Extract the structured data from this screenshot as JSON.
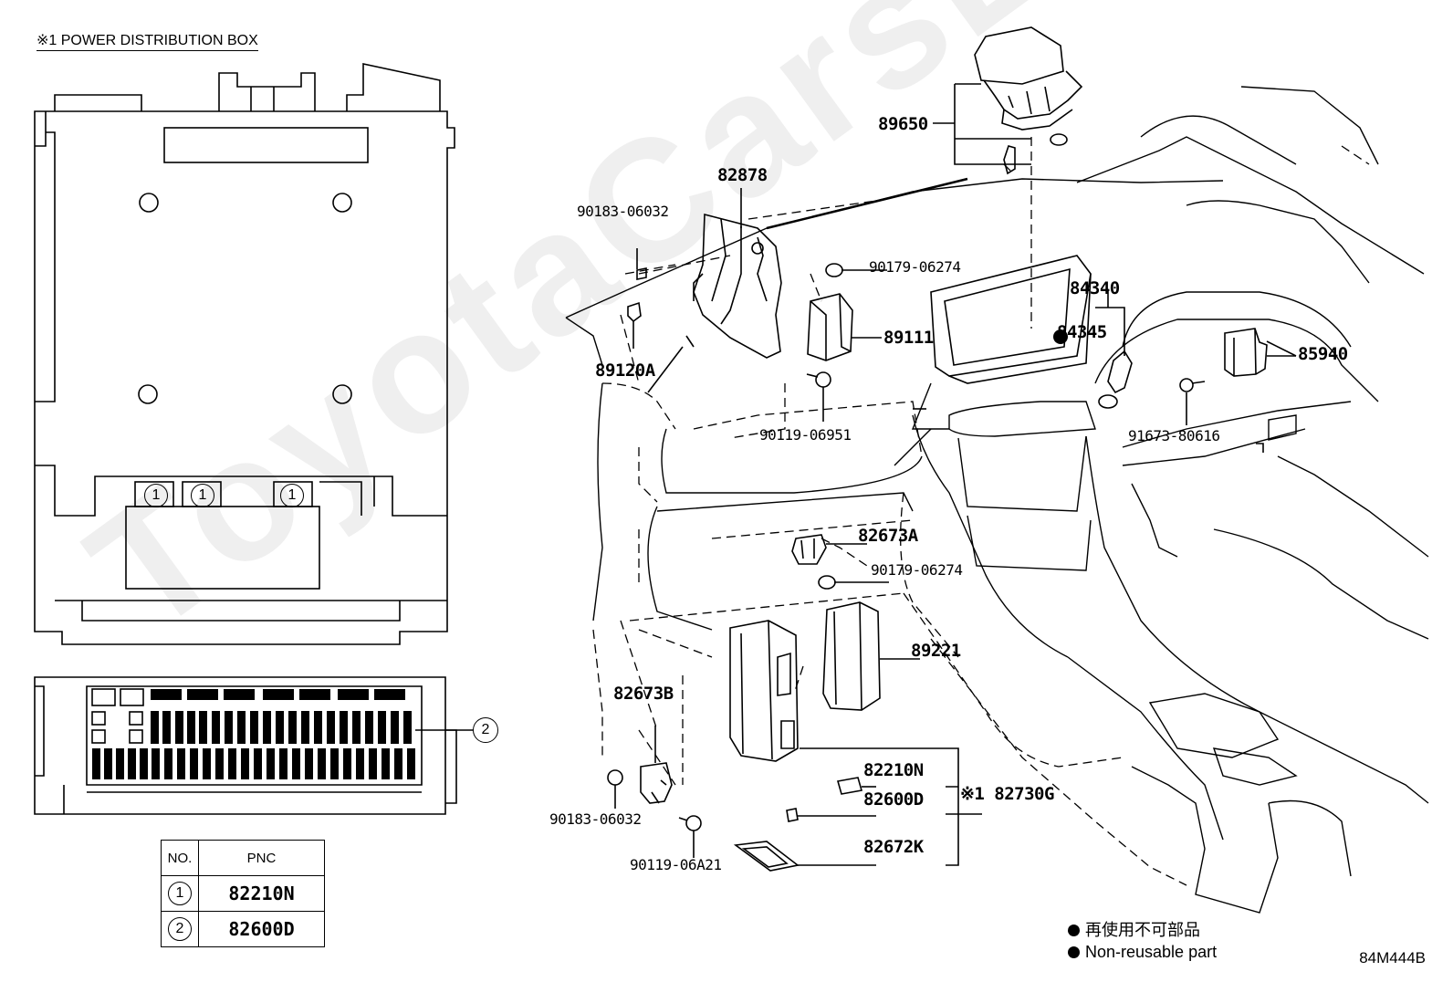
{
  "title": "※1  POWER DISTRIBUTION BOX",
  "watermark": "ToyotaCarsLiro.ru",
  "parts": {
    "p89650": "89650",
    "p82878": "82878",
    "p90183a": "90183-06032",
    "p90179a": "90179-06274",
    "p84340": "84340",
    "p84345": "84345",
    "p89111": "89111",
    "p85940": "85940",
    "p89120A": "89120A",
    "p90119a": "90119-06951",
    "p91673": "91673-80616",
    "p82673A": "82673A",
    "p90179b": "90179-06274",
    "p89221": "89221",
    "p82673B": "82673B",
    "p82210N": "82210N",
    "p82600D": "82600D",
    "p82730G": "※1 82730G",
    "p82672K": "82672K",
    "p90183b": "90183-06032",
    "p90119b": "90119-06A21"
  },
  "box_markers": [
    "1",
    "1",
    "1"
  ],
  "callout_2": "2",
  "pnc_table": {
    "header_no": "NO.",
    "header_pnc": "PNC",
    "rows": [
      {
        "no": "1",
        "pnc": "82210N"
      },
      {
        "no": "2",
        "pnc": "82600D"
      }
    ]
  },
  "legend": {
    "line1": "再使用不可部品",
    "line2": "Non-reusable part"
  },
  "diagram_code": "84M444B"
}
